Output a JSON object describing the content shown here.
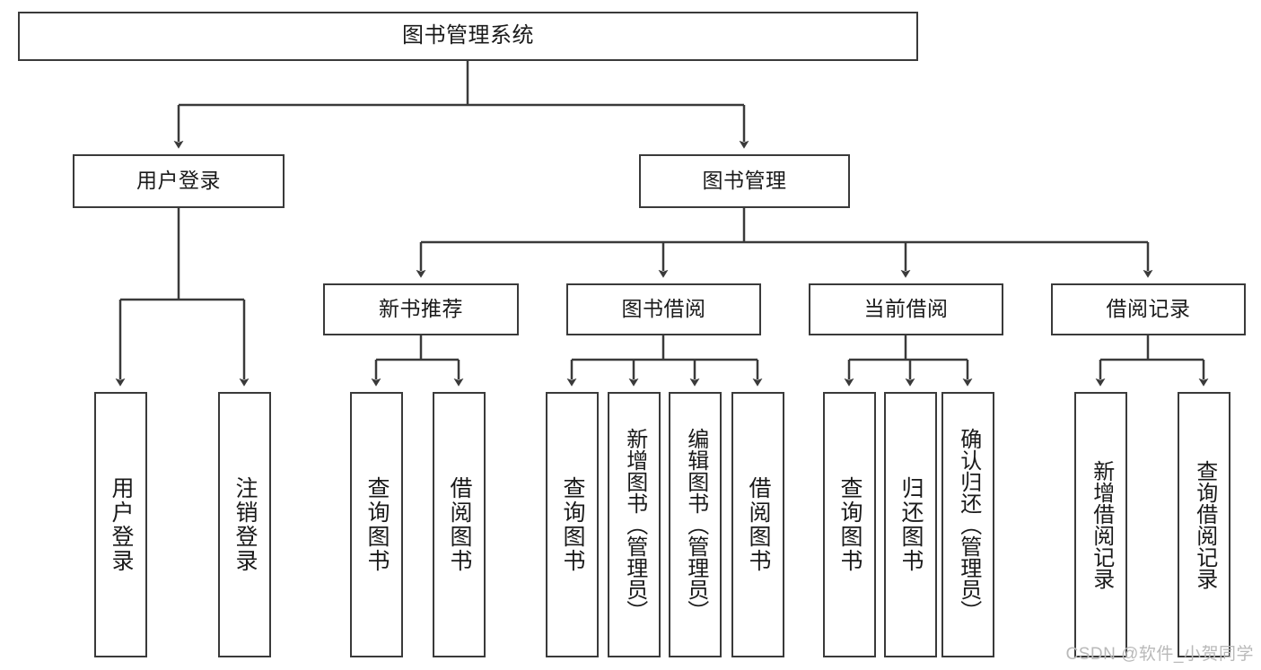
{
  "diagram": {
    "title": "图书管理系统",
    "type": "hierarchy-tree",
    "style": {
      "box_border_color": "#3a3a3a",
      "box_fill_color": "#ffffff",
      "edge_color": "#3a3a3a",
      "text_color": "#1a1a1a",
      "background": "#ffffff"
    },
    "root": {
      "label": "图书管理系统"
    },
    "level2": [
      {
        "label": "用户登录"
      },
      {
        "label": "图书管理"
      }
    ],
    "level3": [
      {
        "label": "新书推荐"
      },
      {
        "label": "图书借阅"
      },
      {
        "label": "当前借阅"
      },
      {
        "label": "借阅记录"
      }
    ],
    "leaves": {
      "user_login": [
        {
          "label": "用户登录"
        },
        {
          "label": "注销登录"
        }
      ],
      "new_book_recommend": [
        {
          "label": "查询图书"
        },
        {
          "label": "借阅图书"
        }
      ],
      "book_borrow": [
        {
          "label": "查询图书"
        },
        {
          "label": "新增图书（管理员）"
        },
        {
          "label": "编辑图书（管理员）"
        },
        {
          "label": "借阅图书"
        }
      ],
      "current_borrow": [
        {
          "label": "查询图书"
        },
        {
          "label": "归还图书"
        },
        {
          "label": "确认归还（管理员）"
        }
      ],
      "borrow_record": [
        {
          "label": "新增借阅记录"
        },
        {
          "label": "查询借阅记录"
        }
      ]
    },
    "watermark": "CSDN @软件_小贺同学"
  }
}
